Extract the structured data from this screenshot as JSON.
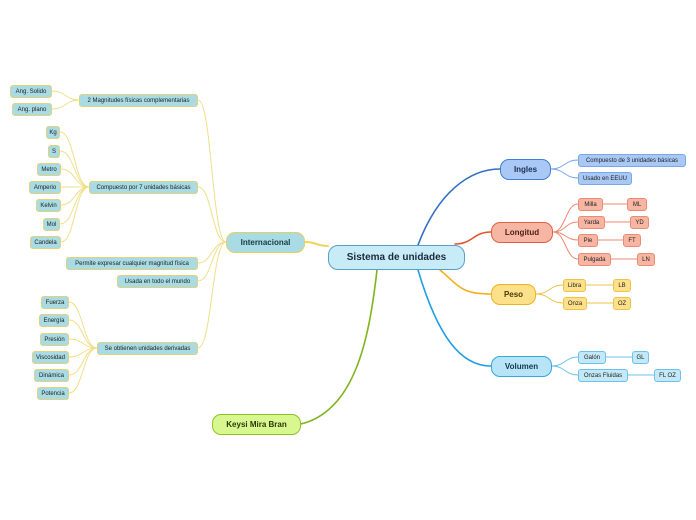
{
  "root": {
    "label": "Sistema de unidades"
  },
  "ingles": {
    "label": "Ingles",
    "items": [
      "Compuesto de 3 unidades básicas",
      "Usado en EEUU"
    ]
  },
  "longitud": {
    "label": "Longitud",
    "items": [
      {
        "name": "Milla",
        "abbr": "ML"
      },
      {
        "name": "Yarda",
        "abbr": "YD"
      },
      {
        "name": "Pie",
        "abbr": "FT"
      },
      {
        "name": "Pulgada",
        "abbr": "LN"
      }
    ]
  },
  "peso": {
    "label": "Peso",
    "items": [
      {
        "name": "Libra",
        "abbr": "LB"
      },
      {
        "name": "Onza",
        "abbr": "OZ"
      }
    ]
  },
  "volumen": {
    "label": "Volumen",
    "items": [
      {
        "name": "Galón",
        "abbr": "GL"
      },
      {
        "name": "Onzas Fluidas",
        "abbr": "FL OZ"
      }
    ]
  },
  "internacional": {
    "label": "Internacional",
    "complementarias": {
      "label": "2 Magnitudes físicas complementarias",
      "items": [
        "Ang. Solido",
        "Ang. plano"
      ]
    },
    "basicas": {
      "label": "Compuesto por 7 unidades básicas",
      "items": [
        "Kg",
        "S",
        "Metro",
        "Amperio",
        "Kelvin",
        "Mol",
        "Candela"
      ]
    },
    "permite": {
      "label": "Permite expresar cualquier magnitud física"
    },
    "usada": {
      "label": "Usada en todo el mundo"
    },
    "derivadas": {
      "label": "Se obtienen unidades derivadas",
      "items": [
        "Fuerza",
        "Energía",
        "Presión",
        "Viscosidad",
        "Dinámica",
        "Potencia"
      ]
    }
  },
  "author": {
    "label": "Keysi Mira Bran"
  },
  "colors": {
    "ingles": "#2f6fc4",
    "longitud": "#e2522e",
    "peso": "#f0b21c",
    "volumen": "#1f9fe2",
    "internacional": "#f2d45a",
    "author": "#7fb41f",
    "ingles_light": "#7aa7e8",
    "longitud_light": "#ec8a72",
    "peso_light": "#efc24a",
    "volumen_light": "#6cc2ea",
    "internacional_light": "#f0df8a"
  }
}
